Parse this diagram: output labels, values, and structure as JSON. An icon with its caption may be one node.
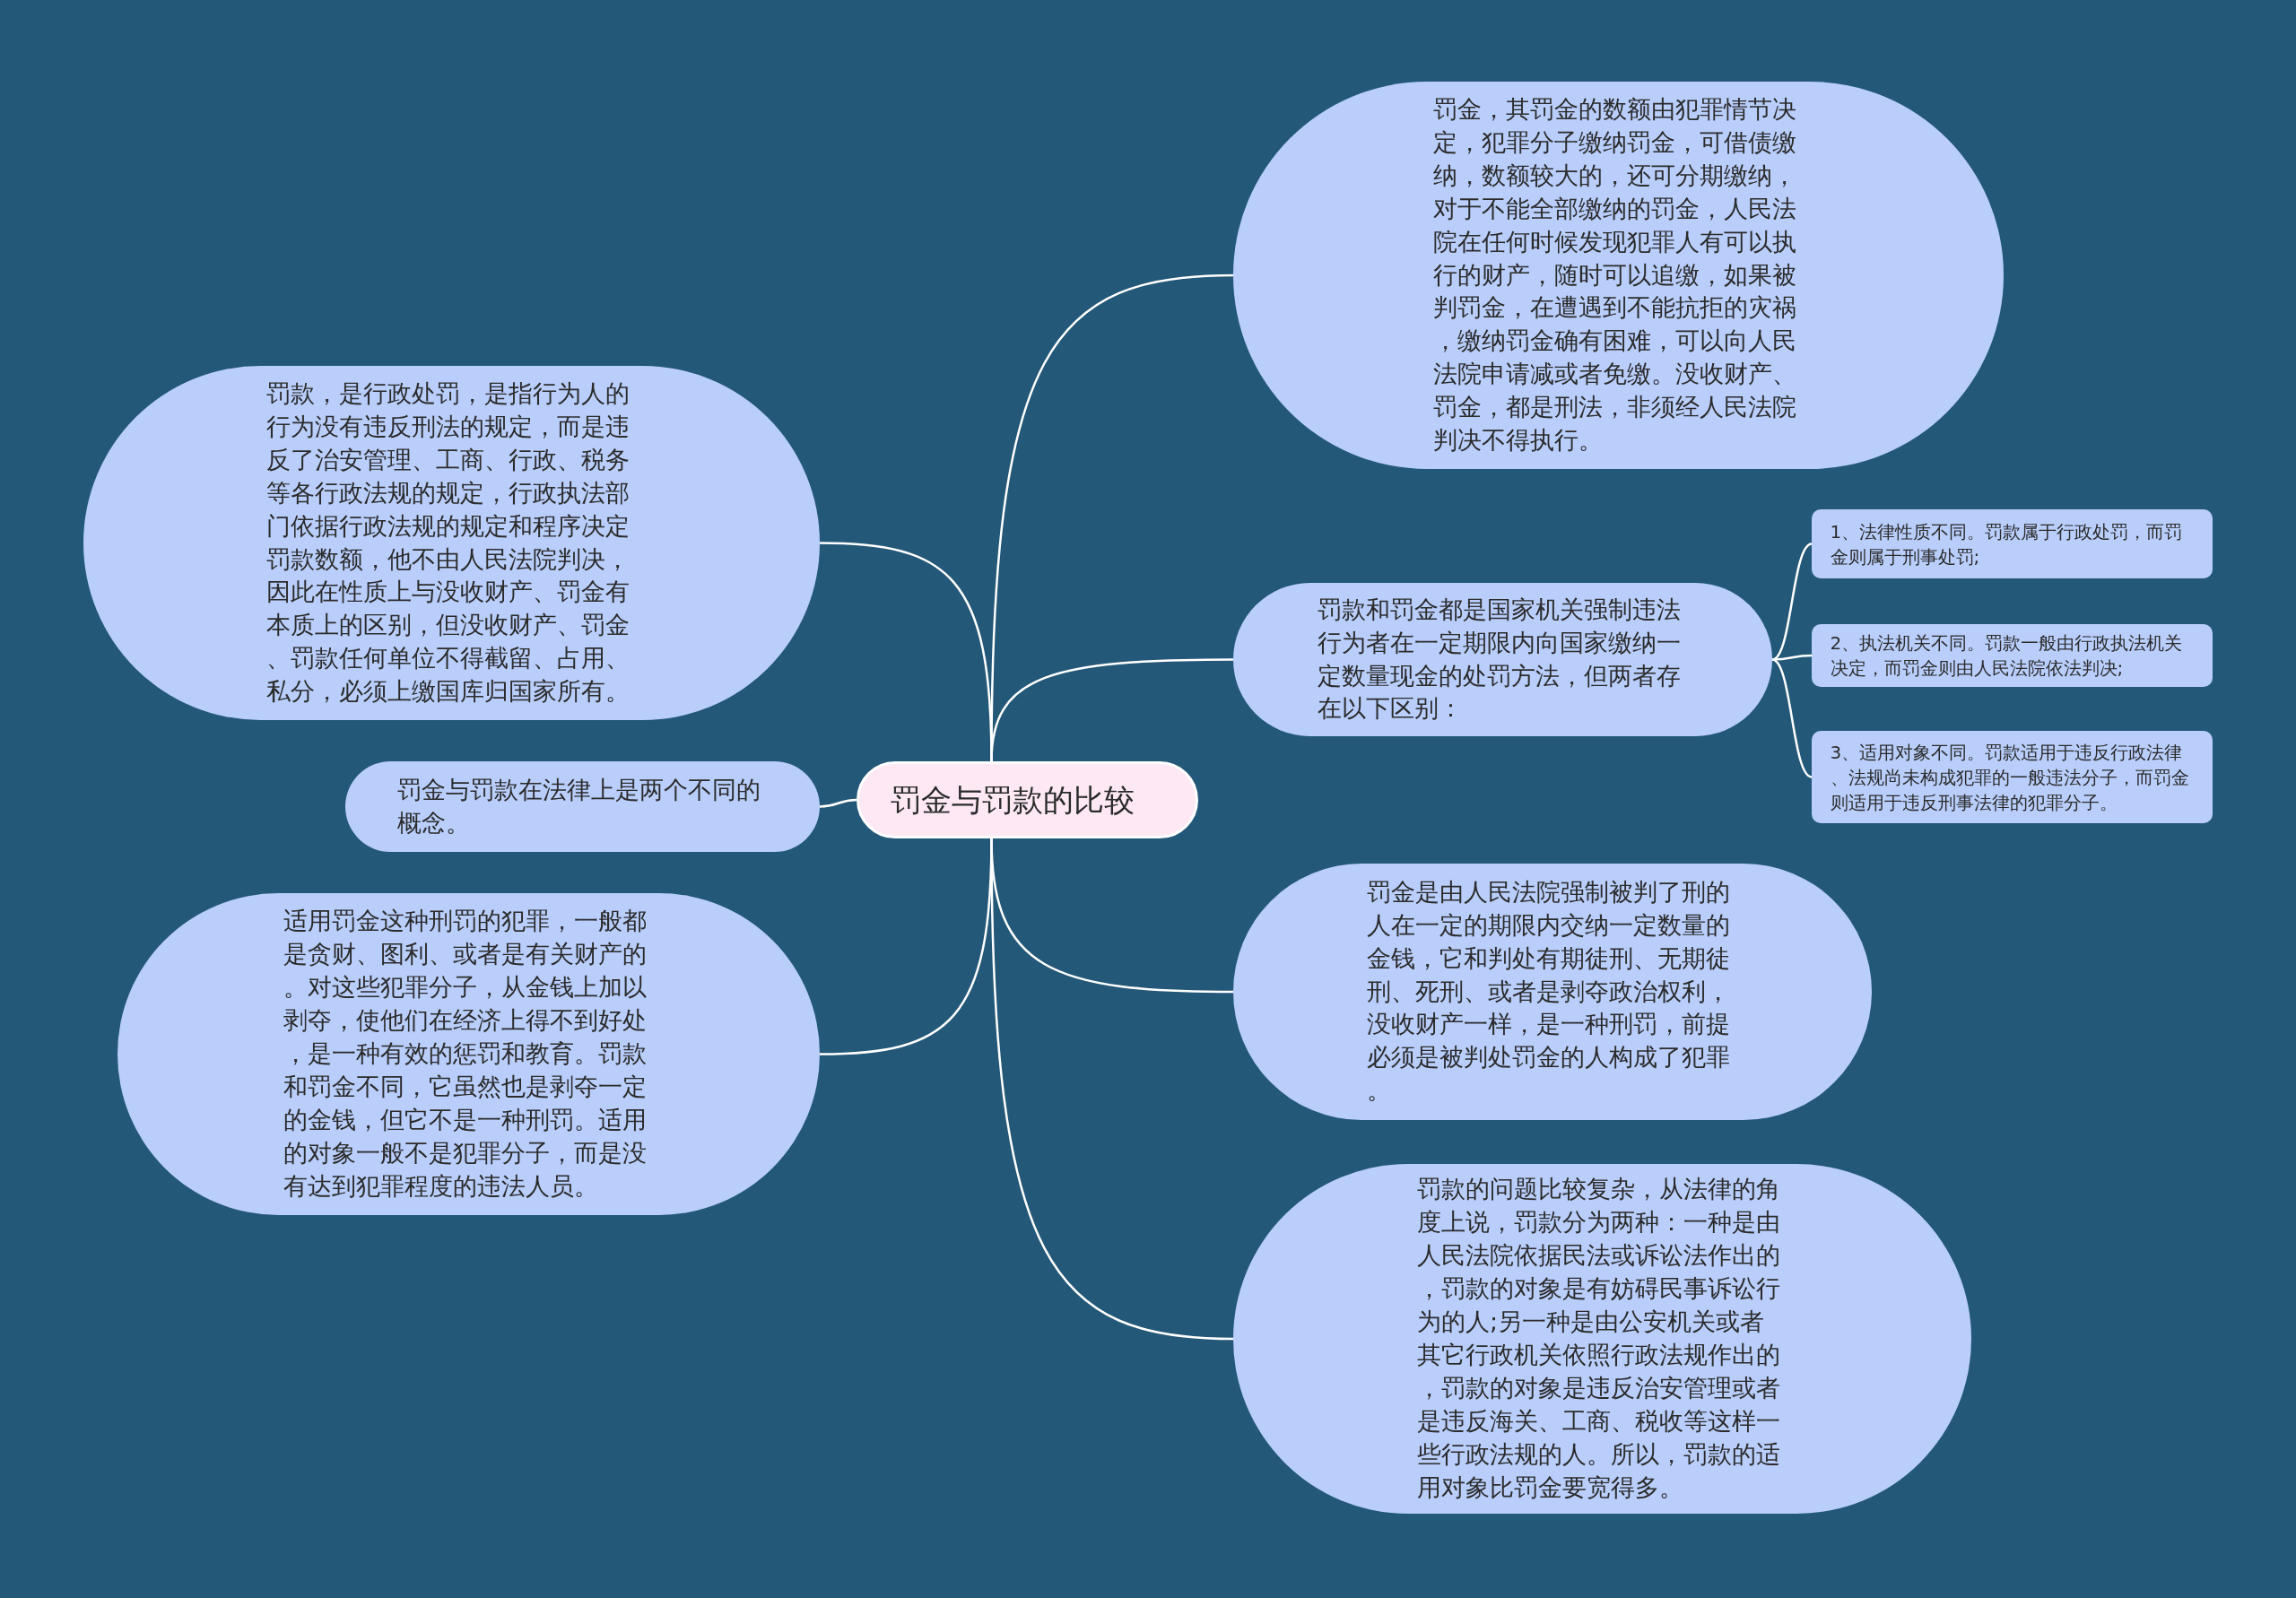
{
  "diagram": {
    "nodes": [
      {
        "text": [
          "罚金与罚款的比较"
        ]
      },
      {
        "text": [
          "罚金，其罚金的数额由犯罪情节决定，犯罪分子缴纳罚金，可借债缴纳，数额较大的，还可分期缴纳，对于不能全部缴纳的罚金，人民法院在任何时候发现犯罪人有可以执行的财产，随时可以追缴，如果被判罚金，在遭遇到不能抗拒的灾祸，缴纳罚金确有困难，可以向人民法院申请减或者免缴。没收财产、罚金，都是刑法，非须经人民法院判决不得执行。"
        ]
      },
      {
        "text": [
          "罚款和罚金都是国家机关强制违法行为者在一定期限内向国家缴纳一定数量现金的处罚方法，但两者存在以下区别："
        ]
      },
      {
        "text": [
          "1、法律性质不同。罚款属于行政处罚，而罚金则属于刑事处罚;"
        ]
      },
      {
        "text": [
          "2、执法机关不同。罚款一般由行政执法机关决定，而罚金则由人民法院依法判决;"
        ]
      },
      {
        "text": [
          "3、适用对象不同。罚款适用于违反行政法律、法规尚未构成犯罪的一般违法分子，而罚金则适用于违反刑事法律的犯罪分子。"
        ]
      },
      {
        "text": [
          "罚金是由人民法院强制被判了刑的人在一定的期限内交纳一定数量的金钱，它和判处有期徒刑、无期徒刑、死刑、或者是剥夺政治权利，没收财产一样，是一种刑罚，前提必须是被判处罚金的人构成了犯罪。"
        ]
      },
      {
        "text": [
          "罚款的问题比较复杂，从法律的角度上说，罚款分为两种：一种是由人民法院依据民法或诉讼法作出的，罚款的对象是有妨碍民事诉讼行为的人;另一种是由公安机关或者其它行政机关依照行政法规作出的，罚款的对象是违反治安管理或者是违反海关、工商、税收等这样一些行政法规的人。所以，罚款的适用对象比罚金要宽得多。"
        ]
      },
      {
        "text": [
          "罚款，是行政处罚，是指行为人的行为没有违反刑法的规定，而是违反了治安管理、工商、行政、税务等各行政法规的规定，行政执法部门依据行政法规的规定和程序决定罚款数额，他不由人民法院判决，因此在性质上与没收财产、罚金有本质上的区别，但没收财产、罚金、罚款任何单位不得截留、占用、私分，必须上缴国库归国家所有。"
        ]
      },
      {
        "text": [
          "罚金与罚款在法律上是两个不同的概念。"
        ]
      },
      {
        "text": [
          "适用罚金这种刑罚的犯罪，一般都是贪财、图利、或者是有关财产的。对这些犯罪分子，从金钱上加以剥夺，使他们在经济上得不到好处，是一种有效的惩罚和教育。罚款和罚金不同，它虽然也是剥夺一定的金钱，但它不是一种刑罚。适用的对象一般不是犯罪分子，而是没有达到犯罪程度的违法人员。"
        ]
      }
    ],
    "edges": [
      {
        "from": 0,
        "to": 1,
        "arrow": "none"
      },
      {
        "from": 0,
        "to": 2,
        "arrow": "none"
      },
      {
        "from": 2,
        "to": 3,
        "arrow": "none"
      },
      {
        "from": 2,
        "to": 4,
        "arrow": "none"
      },
      {
        "from": 2,
        "to": 5,
        "arrow": "none"
      },
      {
        "from": 0,
        "to": 6,
        "arrow": "none"
      },
      {
        "from": 0,
        "to": 7,
        "arrow": "none"
      },
      {
        "from": 0,
        "to": 8,
        "arrow": "none"
      },
      {
        "from": 0,
        "to": 9,
        "arrow": "none"
      },
      {
        "from": 0,
        "to": 10,
        "arrow": "none"
      }
    ]
  }
}
